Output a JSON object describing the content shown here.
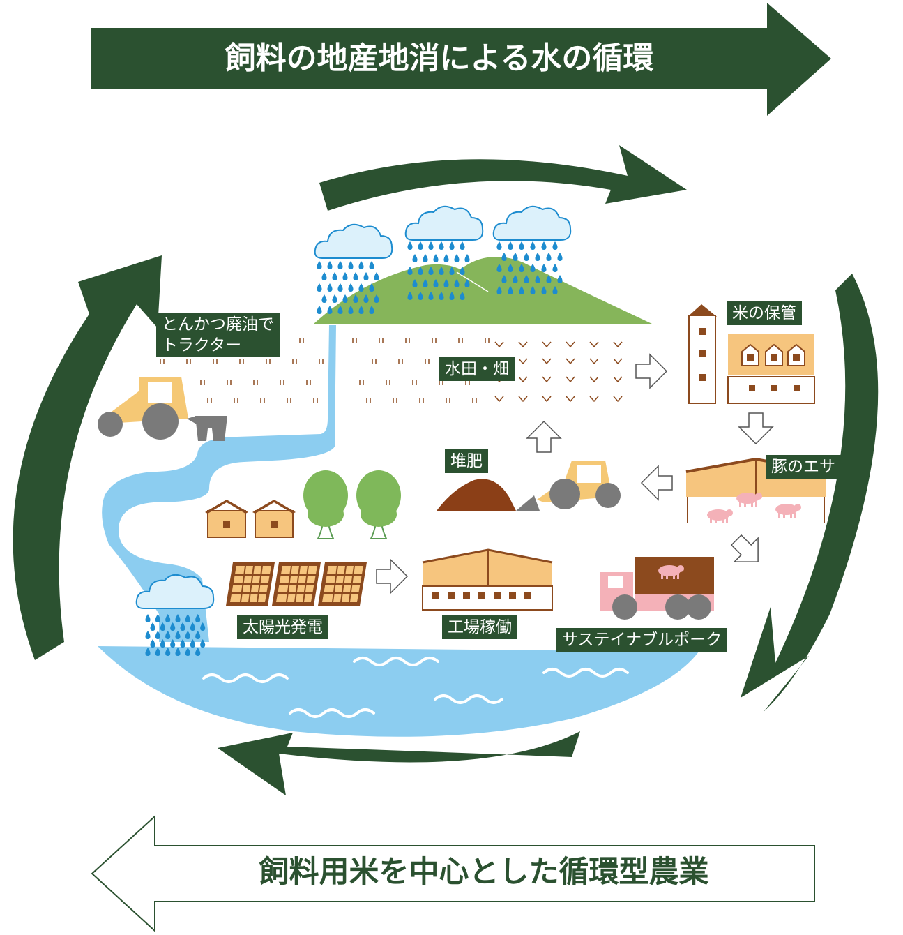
{
  "banners": {
    "top": "飼料の地産地消による水の循環",
    "bottom": "飼料用米を中心とした循環型農業"
  },
  "labels": {
    "tractor": "とんかつ廃油で\nトラクター",
    "paddy": "水田・畑",
    "storage": "米の保管",
    "feed": "豚のエサ",
    "compost": "堆肥",
    "solar": "太陽光発電",
    "factory": "工場稼働",
    "pork": "サステイナブルポーク"
  },
  "colors": {
    "dark_green": "#2b5130",
    "hill_green": "#86b55a",
    "water_blue": "#8ccdf0",
    "cloud_blue": "#dcf1fb",
    "drop_blue": "#1d8ccf",
    "building_tan": "#f6c57e",
    "wood_brown": "#8c4a1e",
    "compost_brown": "#8b3f17",
    "pig_pink": "#f4b1b8",
    "tree_green": "#7fb85a",
    "machine_yellow": "#f5c875",
    "wheel_gray": "#7a7a7a"
  }
}
